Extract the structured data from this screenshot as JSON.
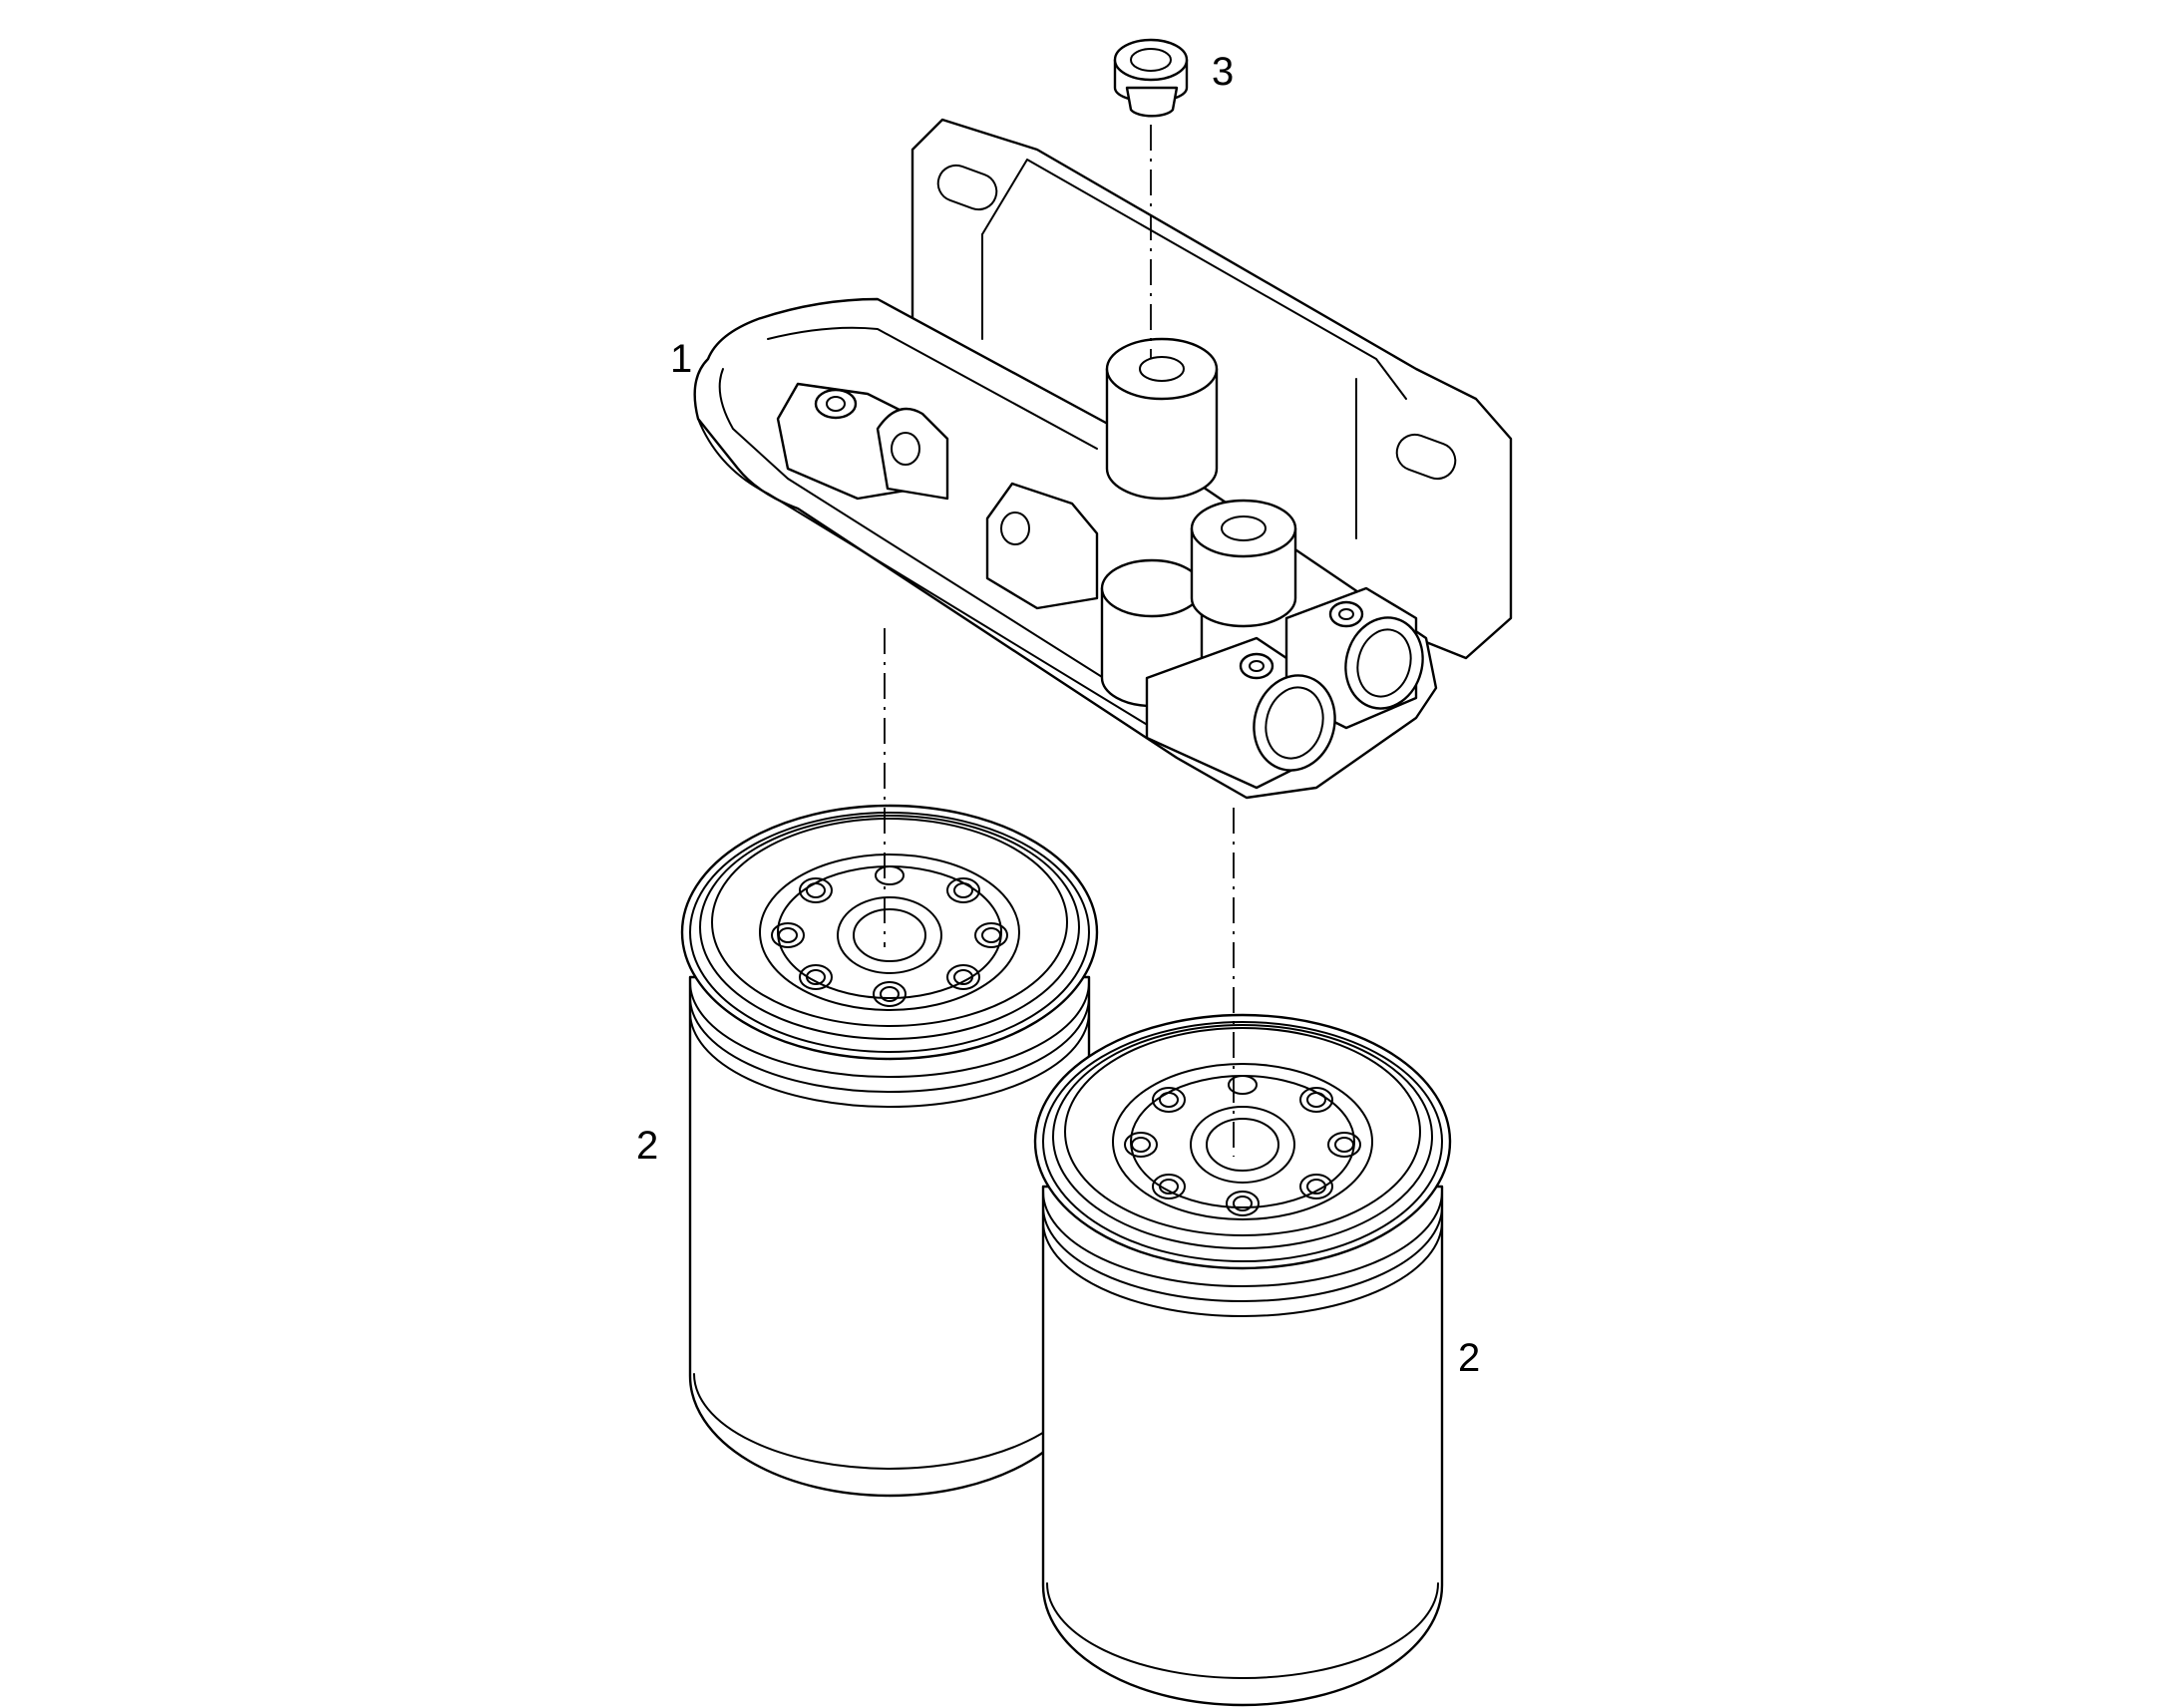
{
  "diagram": {
    "type": "exploded parts view",
    "callouts": [
      {
        "id": "c1",
        "label": "1"
      },
      {
        "id": "c2a",
        "label": "2"
      },
      {
        "id": "c2b",
        "label": "2"
      },
      {
        "id": "c3",
        "label": "3"
      }
    ]
  }
}
